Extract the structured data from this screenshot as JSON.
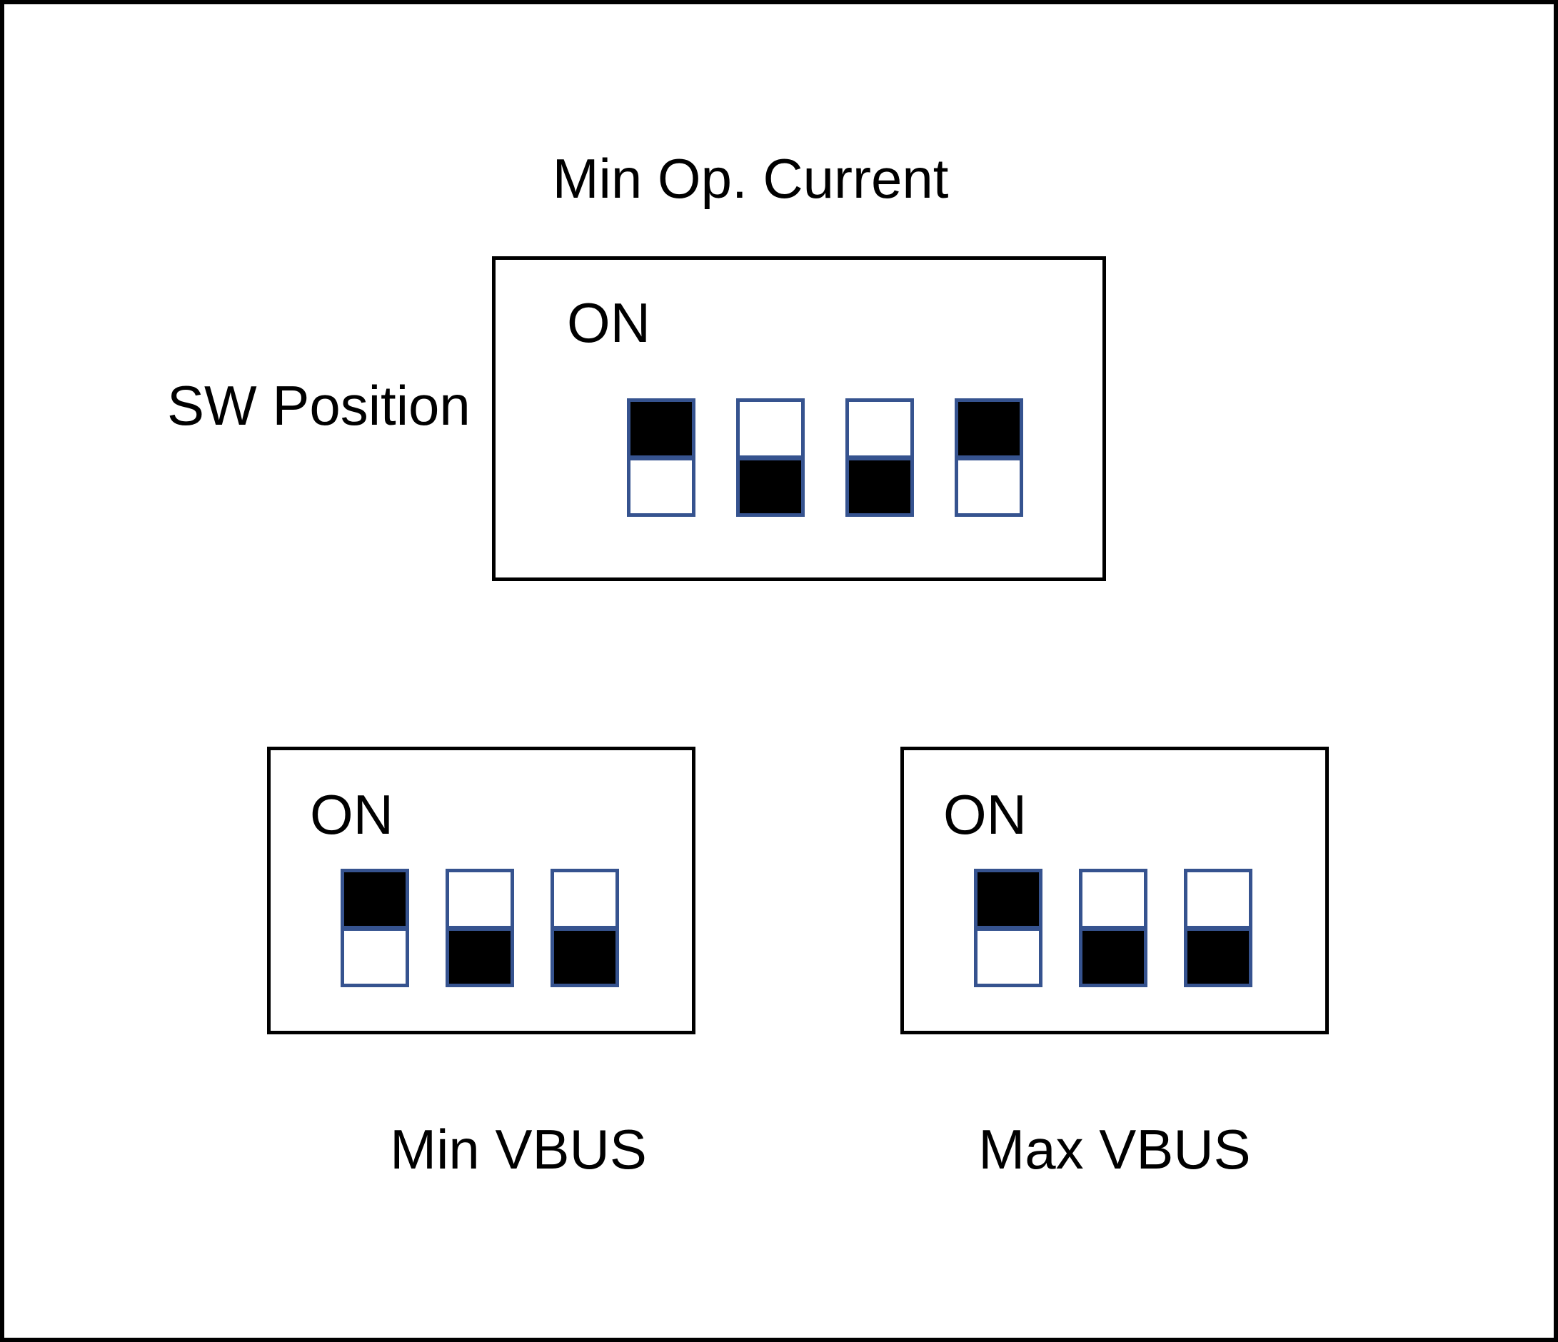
{
  "colors": {
    "background": "#ffffff",
    "outline": "#000000",
    "switch_border_blue": "#36538f",
    "switch_filled_half": "#000000"
  },
  "labels": {
    "sw_position": "SW Position"
  },
  "panels": [
    {
      "id": "min_op_current",
      "title": "Min Op. Current",
      "on_label": "ON",
      "switches": [
        {
          "number": 1,
          "state": "on"
        },
        {
          "number": 2,
          "state": "off"
        },
        {
          "number": 3,
          "state": "off"
        },
        {
          "number": 4,
          "state": "on"
        }
      ]
    },
    {
      "id": "min_vbus",
      "title": "Min VBUS",
      "on_label": "ON",
      "switches": [
        {
          "number": 1,
          "state": "on"
        },
        {
          "number": 2,
          "state": "off"
        },
        {
          "number": 3,
          "state": "off"
        }
      ]
    },
    {
      "id": "max_vbus",
      "title": "Max VBUS",
      "on_label": "ON",
      "switches": [
        {
          "number": 1,
          "state": "on"
        },
        {
          "number": 2,
          "state": "off"
        },
        {
          "number": 3,
          "state": "off"
        }
      ]
    }
  ]
}
